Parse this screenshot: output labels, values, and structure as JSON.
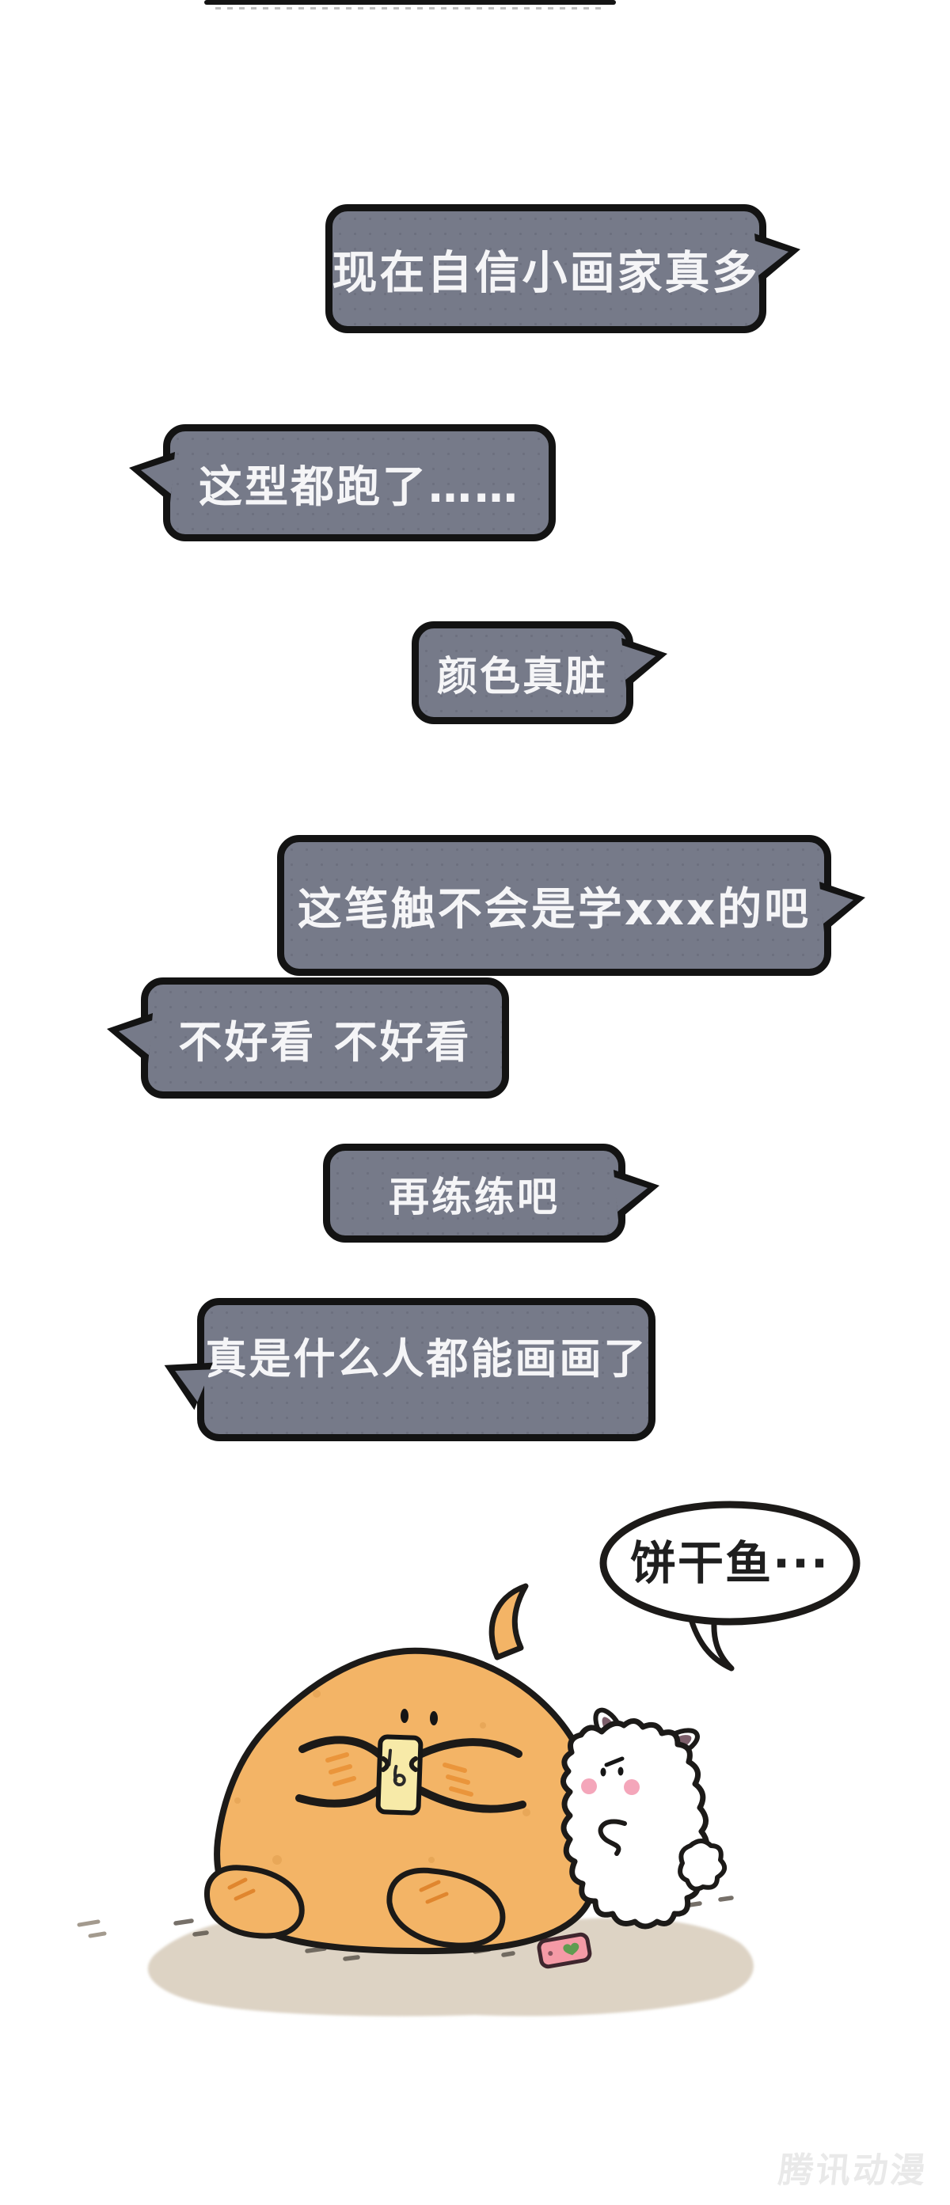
{
  "page": {
    "background": "#ffffff"
  },
  "panel_divider": {
    "color": "#141414"
  },
  "comment_bubbles": [
    {
      "text": "现在自信小画家真多",
      "tail": "right"
    },
    {
      "text": "这型都跑了……",
      "tail": "left"
    },
    {
      "text": "颜色真脏",
      "tail": "right"
    },
    {
      "text": "这笔触不会是学xxx的吧",
      "tail": "right"
    },
    {
      "text": "不好看 不好看",
      "tail": "left"
    },
    {
      "text": "再练练吧",
      "tail": "right"
    },
    {
      "text": "真是什么人都能画画了",
      "tail": "left"
    }
  ],
  "scene": {
    "rabbit_speech": {
      "text": "饼干鱼···"
    },
    "colors": {
      "bubble_fill": "#767a89",
      "bubble_border": "#131313",
      "bubble_text": "#f5f5f7",
      "character_body": "#f3b466",
      "character_outline": "#1c1a18",
      "cheek_blush": "#ea953b",
      "held_phone": "#f7eaa8",
      "rabbit_fur": "#ffffff",
      "rabbit_ear_inner": "#7d5f6b",
      "rabbit_blush": "#f4a6ba",
      "ground": "#ddd3c4",
      "dropped_phone": "#f59aa6",
      "dropped_phone_heart": "#5f9c50"
    }
  },
  "watermark": {
    "text": "腾讯动漫",
    "color": "#e9e9e9"
  }
}
